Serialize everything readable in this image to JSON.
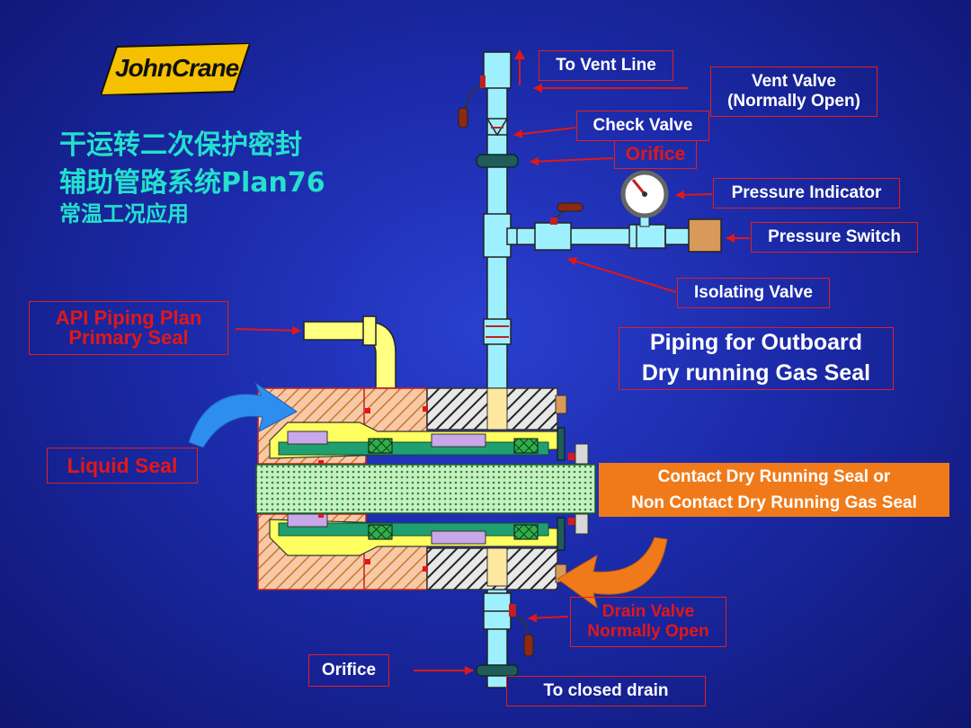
{
  "logo": {
    "text": "JohnCrane"
  },
  "title": {
    "line1": "干运转二次保护密封",
    "line2": "辅助管路系统Plan76",
    "line3": "常温工况应用"
  },
  "labels": {
    "to_vent_line": "To Vent Line",
    "vent_valve_1": "Vent Valve",
    "vent_valve_2": "(Normally Open)",
    "check_valve": "Check Valve",
    "orifice_top": "Orifice",
    "pressure_indicator": "Pressure Indicator",
    "pressure_switch": "Pressure Switch",
    "isolating_valve": "Isolating Valve",
    "api_plan_1": "API Piping Plan",
    "api_plan_2": "Primary Seal",
    "piping_outboard_1": "Piping for Outboard",
    "piping_outboard_2": "Dry running Gas Seal",
    "liquid_seal": "Liquid Seal",
    "contact_seal_1": "Contact Dry Running Seal or",
    "contact_seal_2": "Non Contact Dry Running Gas Seal",
    "drain_valve_1": "Drain Valve",
    "drain_valve_2": "Normally Open",
    "orifice_bottom": "Orifice",
    "to_closed_drain": "To closed drain"
  },
  "colors": {
    "background": "#1b2aa8",
    "pipe": "#9ff0ff",
    "label_border": "#e02020",
    "accent_orange": "#f07a1a",
    "title_cyan": "#24e0cc",
    "logo_yellow": "#f5c000"
  }
}
